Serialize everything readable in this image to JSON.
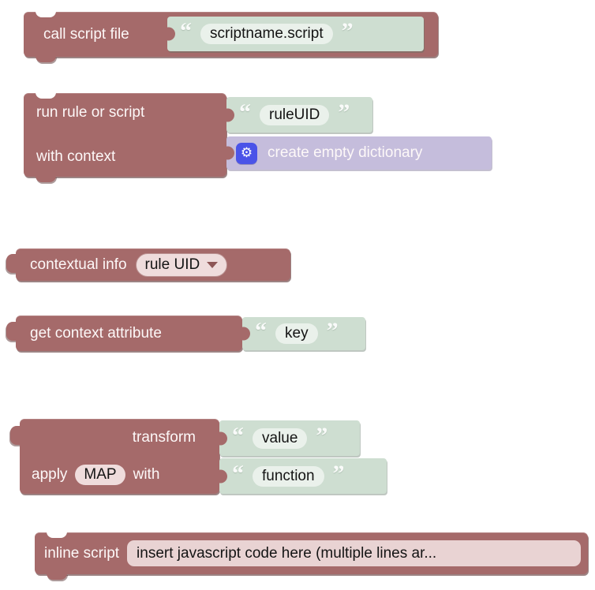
{
  "workspace": {
    "background": "#FFFFFF"
  },
  "colors": {
    "block_maroon": "#A56A6A",
    "block_maroon_shadow": "#7E4A4A",
    "string_block_green": "#CEDED1",
    "string_field_bg": "#EAF1EB",
    "dictionary_block_purple": "#C5BDDC",
    "gear_button_blue": "#4A53E8",
    "pink_field_bg": "#EFDCDC",
    "label_text": "#FFFFFF",
    "field_text": "#141414"
  },
  "icons": {
    "gear_icon": "⚙",
    "quote_open": "“",
    "quote_close": "”",
    "dropdown_caret": "▾"
  },
  "blocks": {
    "call_script_file": {
      "label": "call script file",
      "filename_value": "scriptname.script"
    },
    "run_rule_or_script": {
      "label_rule": "run rule or script",
      "rule_uid_value": "ruleUID",
      "label_context": "with context",
      "dictionary_label": "create empty dictionary"
    },
    "contextual_info": {
      "label": "contextual info",
      "dropdown_value": "rule UID"
    },
    "get_context_attribute": {
      "label": "get context attribute",
      "key_value": "key"
    },
    "transform": {
      "label_transform": "transform",
      "value_value": "value",
      "label_apply": "apply",
      "transformation_type": "MAP",
      "label_with": "with",
      "function_value": "function"
    },
    "inline_script": {
      "label": "inline script",
      "code_value": "insert javascript code here (multiple lines ar..."
    }
  }
}
